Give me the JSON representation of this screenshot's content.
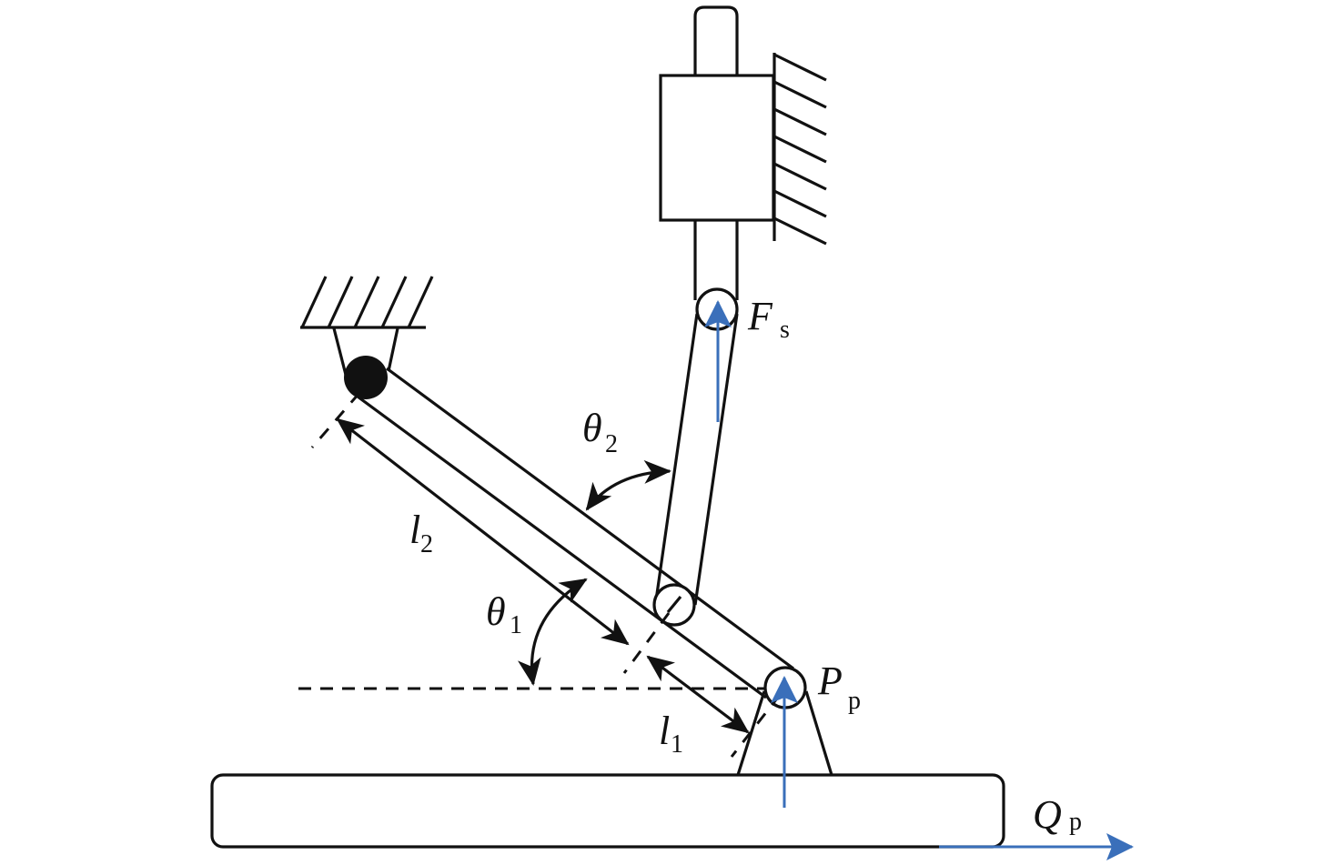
{
  "diagram": {
    "title": "",
    "labels": {
      "force_spring": {
        "main": "F",
        "sub": "s"
      },
      "pressure_point": {
        "main": "P",
        "sub": "p"
      },
      "flow_rate": {
        "main": "Q",
        "sub": "p"
      },
      "angle_theta1": {
        "main": "θ",
        "sub": "1"
      },
      "angle_theta2": {
        "main": "θ",
        "sub": "2"
      },
      "length_l1": {
        "main": "l",
        "sub": "1"
      },
      "length_l2": {
        "main": "l",
        "sub": "2"
      }
    },
    "colors": {
      "line": "#111111",
      "force_arrow": "#3a6fba",
      "background": "#ffffff"
    },
    "components": [
      "vertical-slider-rod",
      "slider-guide-block",
      "wall-ground-hatch",
      "ceiling-ground-hatch",
      "fixed-pivot",
      "lever-arm",
      "connecting-link",
      "middle-joint",
      "piston-joint",
      "piston-support",
      "base-plate"
    ]
  }
}
